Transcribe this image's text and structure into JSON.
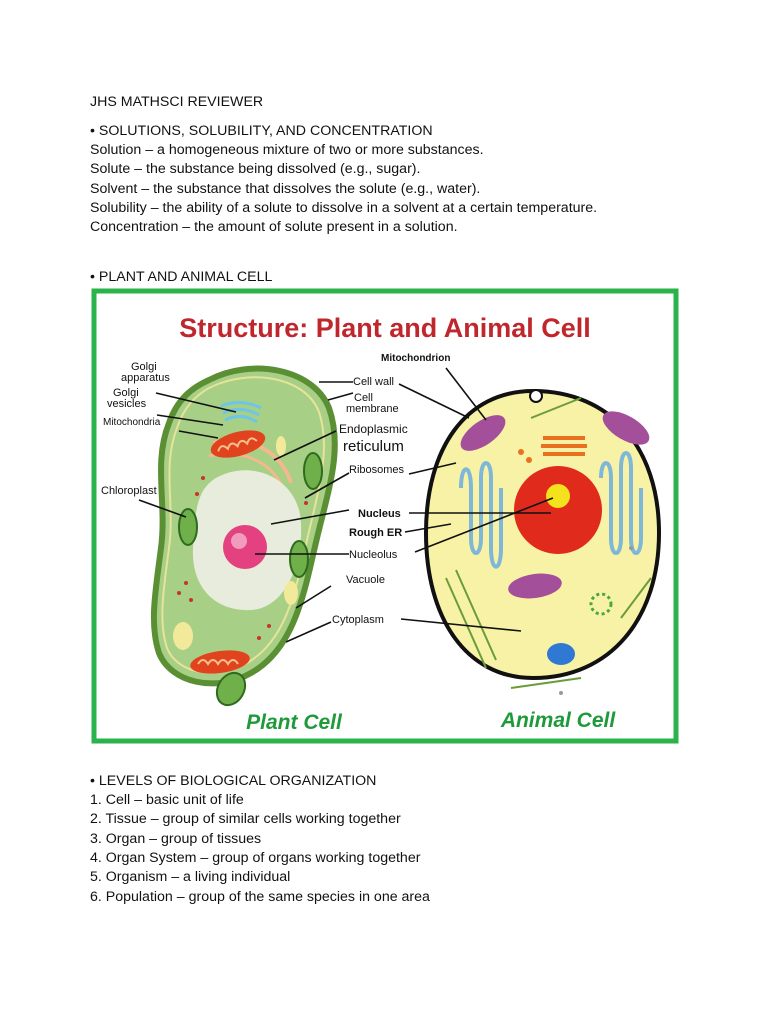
{
  "document": {
    "title": "JHS MATHSCI REVIEWER",
    "section1": {
      "heading": "• SOLUTIONS, SOLUBILITY, AND CONCENTRATION",
      "lines": [
        "Solution – a homogeneous mixture of two or more substances.",
        "Solute – the substance being dissolved (e.g., sugar).",
        "Solvent – the substance that dissolves the solute (e.g., water).",
        "Solubility – the ability of a solute to dissolve in a solvent at a certain temperature.",
        "Concentration – the amount of solute present in a solution."
      ]
    },
    "section2": {
      "heading": "• PLANT AND ANIMAL CELL"
    },
    "section3": {
      "heading": "• LEVELS OF BIOLOGICAL ORGANIZATION",
      "items": [
        "1. Cell – basic unit of life",
        "2. Tissue – group of similar cells working together",
        "3. Organ – group of tissues",
        "4. Organ System – group of organs working together",
        "5. Organism – a living individual",
        "6. Population – group of the same species in one area"
      ]
    }
  },
  "diagram": {
    "title": "Structure: Plant and Animal Cell",
    "plant_caption": "Plant Cell",
    "animal_caption": "Animal Cell",
    "labels": {
      "golgi_apparatus_1": "Golgi",
      "golgi_apparatus_2": "apparatus",
      "golgi_vesicles_1": "Golgi",
      "golgi_vesicles_2": "vesicles",
      "mitochondria": "Mitochondria",
      "chloroplast": "Chloroplast",
      "mitochondrion": "Mitochondrion",
      "cell_wall": "Cell wall",
      "cell_membrane_1": "Cell",
      "cell_membrane_2": "membrane",
      "er_1": "Endoplasmic",
      "er_2": "reticulum",
      "ribosomes": "Ribosomes",
      "nucleus": "Nucleus",
      "rough_er": "Rough ER",
      "nucleolus": "Nucleolus",
      "vacuole": "Vacuole",
      "cytoplasm": "Cytoplasm"
    },
    "colors": {
      "frame": "#2ab34a",
      "title": "#c0272d",
      "caption": "#1f9a3a",
      "plant_cytoplasm": "#a7cf86",
      "plant_wall": "#5b8f34",
      "vacuole": "#e8ecdc",
      "animal_cytoplasm": "#f8f2a6",
      "animal_nucleus": "#e02a1c",
      "nucleolus_plant": "#e3417f",
      "nucleolus_animal": "#f3e21c",
      "mitochondria": "#e2431f",
      "mitochondrion_animal": "#a34f9a",
      "er": "#7fb7d8"
    }
  }
}
